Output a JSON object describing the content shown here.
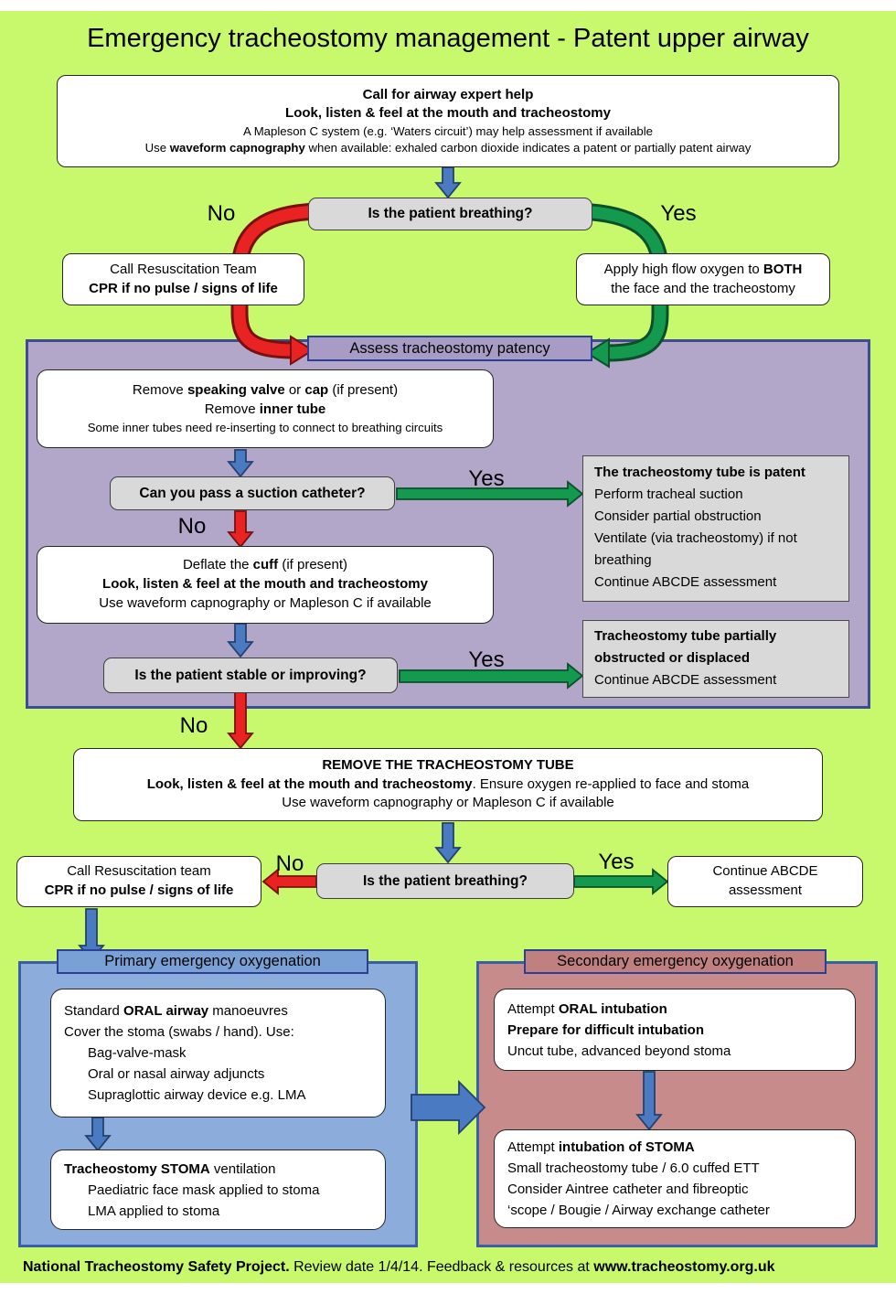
{
  "title": "Emergency tracheostomy management - Patent upper airway",
  "labels": {
    "no": "No",
    "yes": "Yes"
  },
  "top_box": {
    "line1": "Call for airway expert help",
    "line2": "Look, listen & feel at the mouth and tracheostomy",
    "line3": "A Mapleson C system (e.g. ‘Waters circuit’) may help assessment if available",
    "line4_pre": "Use ",
    "line4_bold": "waveform capnography",
    "line4_post": " when available: exhaled carbon dioxide indicates a patent or partially patent airway"
  },
  "question_breathing_top": "Is the patient breathing?",
  "cpr_top_box": {
    "line1": "Call Resuscitation Team",
    "line2": "CPR if no pulse / signs of life"
  },
  "oxygen_box": {
    "line1_pre": "Apply high flow oxygen to ",
    "line1_bold": "BOTH",
    "line2": "the face and the tracheostomy"
  },
  "patency_panel": {
    "header": "Assess tracheostomy patency",
    "remove_box": {
      "line1_pre": "Remove ",
      "line1_bold1": "speaking valve",
      "line1_mid": " or ",
      "line1_bold2": "cap",
      "line1_post": " (if present)",
      "line2_pre": "Remove ",
      "line2_bold": "inner tube",
      "line3": "Some inner tubes need re-inserting to connect to breathing circuits"
    },
    "question_suction": "Can you pass a suction catheter?",
    "patent_box": {
      "title": "The tracheostomy tube is patent",
      "items": [
        "Perform tracheal suction",
        "Consider partial obstruction",
        "Ventilate (via tracheostomy) if not breathing",
        "Continue ABCDE assessment"
      ]
    },
    "cuff_box": {
      "line1_pre": "Deflate the ",
      "line1_bold": "cuff",
      "line1_post": " (if present)",
      "line2": "Look, listen & feel at the mouth and tracheostomy",
      "line3": "Use waveform capnography or Mapleson C if available"
    },
    "question_stable": "Is the patient stable or improving?",
    "partial_box": {
      "title": "Tracheostomy tube partially obstructed or displaced",
      "items": [
        "Continue ABCDE assessment"
      ]
    }
  },
  "remove_tube_box": {
    "line1": "REMOVE THE TRACHEOSTOMY TUBE",
    "line2_bold": "Look, listen & feel at the mouth and tracheostomy",
    "line2_post": ". Ensure oxygen re-applied to face and stoma",
    "line3": "Use waveform capnography or Mapleson C if available"
  },
  "question_breathing_bottom": "Is the patient breathing?",
  "cpr_bottom_box": {
    "line1": "Call Resuscitation team",
    "line2": "CPR if no pulse / signs of life"
  },
  "abcde_box": {
    "line1": "Continue ABCDE",
    "line2": "assessment"
  },
  "primary_panel": {
    "header": "Primary emergency oxygenation",
    "box1": {
      "line1_pre": "Standard ",
      "line1_bold": "ORAL airway",
      "line1_post": " manoeuvres",
      "line2": "Cover the stoma (swabs / hand). Use:",
      "items": [
        "Bag-valve-mask",
        "Oral or nasal airway adjuncts",
        "Supraglottic airway device e.g. LMA"
      ]
    },
    "box2": {
      "line1_bold": "Tracheostomy STOMA",
      "line1_post": " ventilation",
      "items": [
        "Paediatric face mask applied to stoma",
        "LMA applied to stoma"
      ]
    }
  },
  "secondary_panel": {
    "header": "Secondary emergency oxygenation",
    "box1": {
      "line1_pre": "Attempt ",
      "line1_bold": "ORAL intubation",
      "line2": "Prepare for difficult intubation",
      "line3": "Uncut tube, advanced beyond stoma"
    },
    "box2": {
      "line1_pre": "Attempt ",
      "line1_bold": "intubation of STOMA",
      "items": [
        "Small tracheostomy tube / 6.0 cuffed ETT",
        "Consider Aintree catheter and fibreoptic",
        "‘scope / Bougie / Airway exchange catheter"
      ]
    }
  },
  "footer": {
    "bold1": "National Tracheostomy Safety Project.",
    "mid": " Review date 1/4/14. Feedback & resources at ",
    "bold2": "www.tracheostomy.org.uk"
  },
  "colors": {
    "background": "#c8f96c",
    "panel_purple": "#b2a7c9",
    "panel_blue": "#8cacdb",
    "panel_red": "#c78b8b",
    "box_gray": "#d9d9d9",
    "arrow_blue": "#4a7ac2",
    "arrow_red": "#e92222",
    "arrow_green": "#149a4e"
  }
}
